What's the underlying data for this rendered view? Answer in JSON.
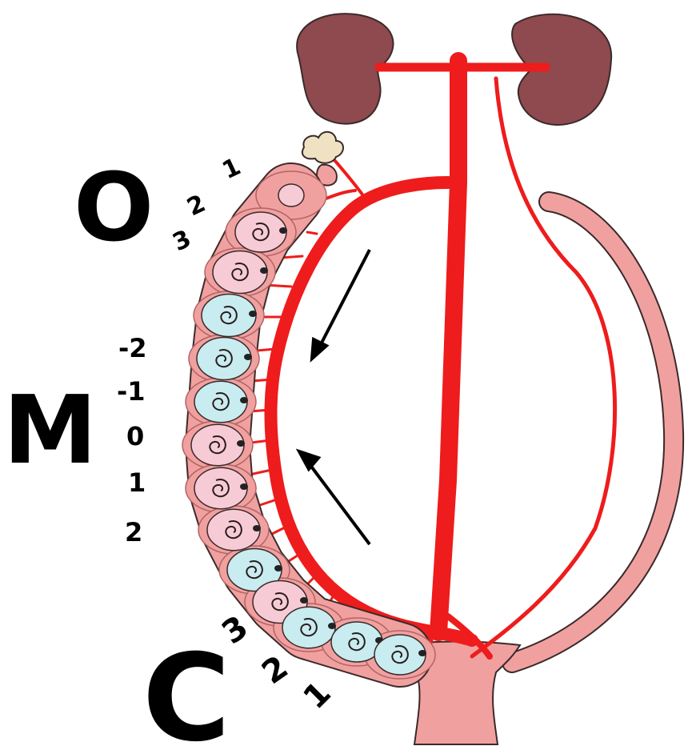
{
  "diagram": {
    "region_labels": {
      "ovarian_end": "O",
      "middle": "M",
      "cervical_end": "C"
    },
    "ovarian_positions": [
      "1",
      "2",
      "3"
    ],
    "middle_positions": [
      "-2",
      "-1",
      "0",
      "1",
      "2"
    ],
    "cervical_positions": [
      "3",
      "2",
      "1"
    ],
    "fetus_sac_colors": [
      "pink",
      "pink",
      "blue",
      "blue",
      "blue",
      "pink",
      "pink",
      "pink",
      "blue",
      "pink",
      "blue",
      "blue",
      "blue"
    ],
    "colors": {
      "artery": "#ee1c1c",
      "uterine_horn": "#f1a0a0",
      "fetus_pink": "#f7cbd6",
      "fetus_blue": "#c8ecf0",
      "kidney": "#8e4a4e",
      "ovary": "#efe2c2"
    }
  }
}
